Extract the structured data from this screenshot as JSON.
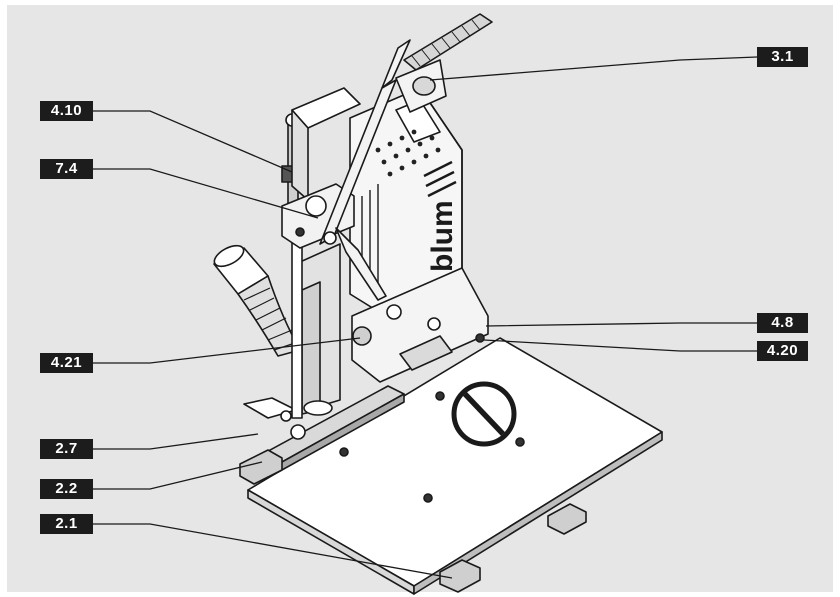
{
  "figure": {
    "brand": "blum",
    "callouts": [
      {
        "id": "3.1",
        "label": "3.1"
      },
      {
        "id": "4.10",
        "label": "4.10"
      },
      {
        "id": "7.4",
        "label": "7.4"
      },
      {
        "id": "4.8",
        "label": "4.8"
      },
      {
        "id": "4.20",
        "label": "4.20"
      },
      {
        "id": "4.21",
        "label": "4.21"
      },
      {
        "id": "2.7",
        "label": "2.7"
      },
      {
        "id": "2.2",
        "label": "2.2"
      },
      {
        "id": "2.1",
        "label": "2.1"
      }
    ]
  },
  "colors": {
    "background": "#e6e6e6",
    "label_fill": "#1c1c1c",
    "label_text": "#ffffff",
    "line": "#1a1a1a",
    "machine_fill": "#ffffff"
  }
}
